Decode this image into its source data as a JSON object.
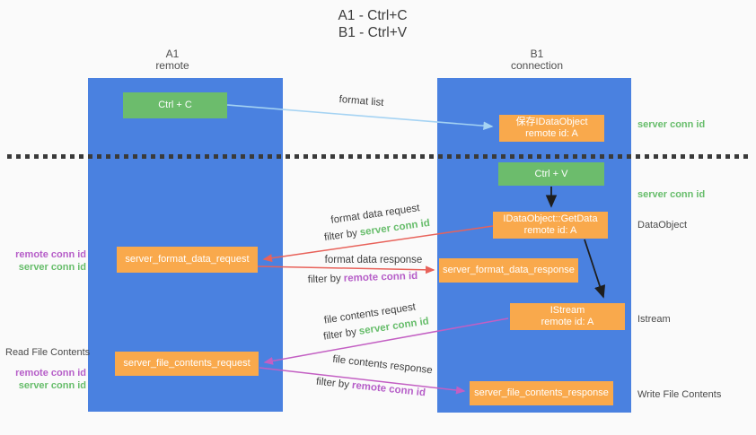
{
  "title": {
    "line1": "A1 - Ctrl+C",
    "line2": "B1 - Ctrl+V"
  },
  "lanes": {
    "left": {
      "name": "A1",
      "role": "remote"
    },
    "right": {
      "name": "B1",
      "role": "connection"
    }
  },
  "nodes": {
    "ctrl_c": {
      "label": "Ctrl + C"
    },
    "save_dataobject": {
      "line1": "保存IDataObject",
      "line2": "remote id: A"
    },
    "ctrl_v": {
      "label": "Ctrl + V"
    },
    "getdata": {
      "line1": "IDataObject::GetData",
      "line2": "remote id: A"
    },
    "format_request": {
      "label": "server_format_data_request"
    },
    "format_response": {
      "label": "server_format_data_response"
    },
    "istream": {
      "line1": "IStream",
      "line2": "remote id: A"
    },
    "file_request": {
      "label": "server_file_contents_request"
    },
    "file_response": {
      "label": "server_file_contents_response"
    }
  },
  "arrow_labels": {
    "format_list": "format list",
    "format_data_request": "format data request",
    "format_data_response": "format data response",
    "file_contents_request": "file contents request",
    "file_contents_response": "file contents response",
    "filter_by": "filter by",
    "server_conn_id": "server conn id",
    "remote_conn_id": "remote conn id"
  },
  "side_labels": {
    "left": {
      "remote_conn_id_1": "remote conn id",
      "server_conn_id_1": "server conn id",
      "read_file_contents": "Read File Contents",
      "remote_conn_id_2": "remote conn id",
      "server_conn_id_2": "server conn id"
    },
    "right": {
      "server_conn_id_1": "server conn id",
      "server_conn_id_2": "server conn id",
      "dataobject": "DataObject",
      "istream": "Istream",
      "write_file_contents": "Write File Contents"
    }
  },
  "colors": {
    "lane_blue": "#4A81E0",
    "box_green": "#6CBC6C",
    "box_orange": "#F9A94C",
    "arrow_red": "#E8625A",
    "arrow_magenta": "#C35FC3",
    "arrow_light_blue": "#A5D3F3",
    "arrow_black": "#1E1E1E",
    "text_green": "#67BD6B",
    "text_purple": "#B65EC8",
    "dotted_line": "#3A3A3A"
  }
}
